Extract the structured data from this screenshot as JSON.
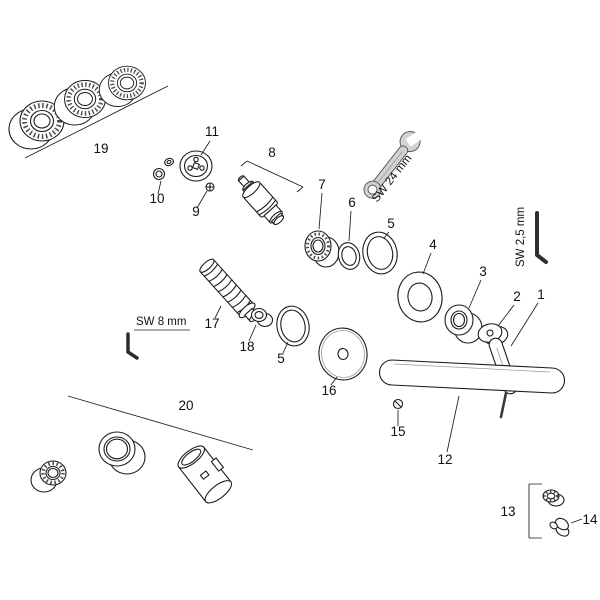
{
  "diagram": {
    "description": "Exploded spare-parts diagram of a wall-mounted single-lever basin mixer",
    "part_numbers": {
      "p1": "1",
      "p2": "2",
      "p3": "3",
      "p4": "4",
      "p5": "5",
      "p6": "6",
      "p7": "7",
      "p8": "8",
      "p9": "9",
      "p10": "10",
      "p11": "11",
      "p12": "12",
      "p13": "13",
      "p14": "14",
      "p15": "15",
      "p16": "16",
      "p17": "17",
      "p18": "18",
      "p19": "19",
      "p20": "20"
    },
    "tool_labels": {
      "open_end_wrench": "SW 24 mm",
      "hex_key_2_5": "SW 2,5 mm",
      "hex_key_8": "SW 8 mm"
    },
    "colors": {
      "background": "#ffffff",
      "line": "#1d1d1d",
      "metal_gray": "#d2d2d2"
    }
  }
}
